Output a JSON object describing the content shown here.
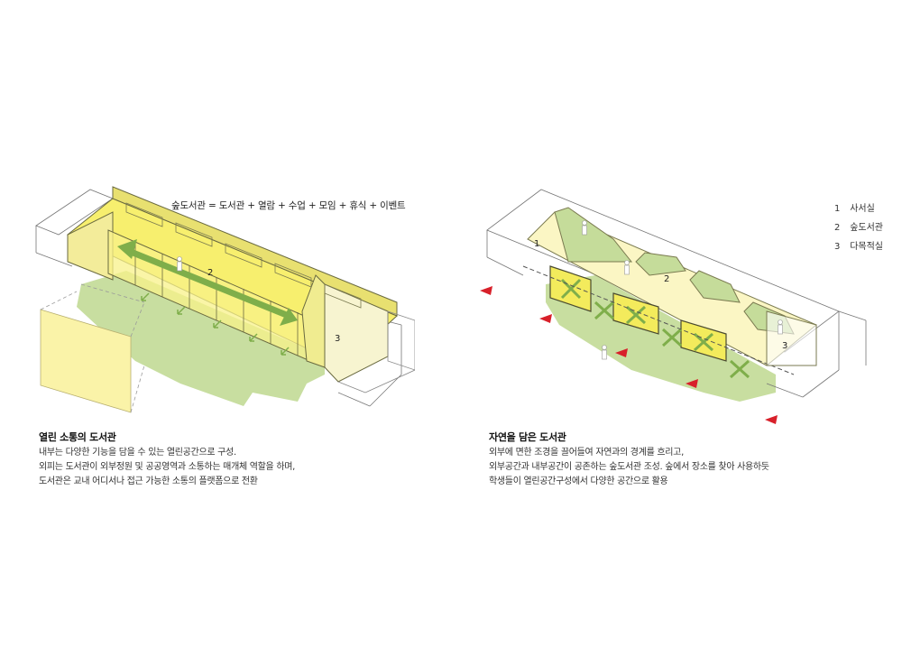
{
  "left": {
    "formula": "숲도서관 = 도서관 + 열람 + 수업 + 모임 + 휴식 + 이벤트",
    "label_2": "2",
    "label_3": "3",
    "caption_title": "열린 소통의 도서관",
    "caption_lines": [
      "내부는 다양한 기능을 담을 수 있는 열린공간으로 구성.",
      "외피는 도서관이 외부정원 및 공공영역과 소통하는 매개체 역할을 하며,",
      "도서관은 교내 어디서나 접근 가능한 소통의 플랫폼으로 전환"
    ]
  },
  "right": {
    "legend": [
      {
        "num": "1",
        "text": "사서실"
      },
      {
        "num": "2",
        "text": "숲도서관"
      },
      {
        "num": "3",
        "text": "다목적실"
      }
    ],
    "label_1": "1",
    "label_2": "2",
    "label_3": "3",
    "caption_title": "자연을 담은 도서관",
    "caption_lines": [
      "외부에 면한 조경을 끌어들여 자연과의 경계를 흐리고,",
      "외부공간과 내부공간이 공존하는 숲도서관 조성. 숲에서 장소를 찾아 사용하듯",
      "학생들이 열린공간구성에서 다양한 공간으로 활용"
    ]
  },
  "colors": {
    "yellow": "#f5f08a",
    "yellow_light": "#fbf7c8",
    "green": "#c5dc9a",
    "green_dark": "#7fae4a",
    "accent_red": "#d8202a",
    "outline": "#555555"
  }
}
